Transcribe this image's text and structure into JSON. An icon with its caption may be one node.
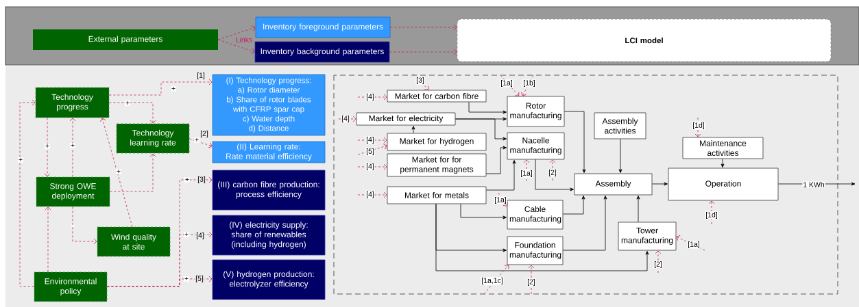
{
  "diagram": {
    "nodes": [
      {
        "text": [
          "External parameters"
        ]
      },
      {
        "text": [
          "Inventory foreground parameters"
        ]
      },
      {
        "text": [
          "Inventory background parameters"
        ]
      },
      {
        "text": [
          "LCI model"
        ]
      },
      {
        "text": [
          "Technology progress"
        ]
      },
      {
        "text": [
          "Technology learning rate"
        ]
      },
      {
        "text": [
          "Strong OWE deployment"
        ]
      },
      {
        "text": [
          "Wind quality at site"
        ]
      },
      {
        "text": [
          "Environmental policy"
        ]
      },
      {
        "text": [
          "(I) Technology progress:",
          "a) Rotor diameter",
          "b) Share of rotor blades with CFRP spar cap",
          "c) Water depth",
          "d) Distance"
        ]
      },
      {
        "text": [
          "(II) Learning rate:",
          "Rate material efficiency"
        ]
      },
      {
        "text": [
          "(III) carbon fibre production: process efficiency"
        ]
      },
      {
        "text": [
          "(IV) electricity supply: share of renewables (including hydrogen)"
        ]
      },
      {
        "text": [
          "(V) hydrogen production: electrolyzer efficiency"
        ]
      },
      {
        "text": [
          "Market for carbon fibre"
        ]
      },
      {
        "text": [
          "Market for electricity"
        ]
      },
      {
        "text": [
          "Market for hydrogen"
        ]
      },
      {
        "text": [
          "Market for for permanent magnets"
        ]
      },
      {
        "text": [
          "Market for metals"
        ]
      },
      {
        "text": [
          "Rotor manufacturing"
        ]
      },
      {
        "text": [
          "Nacelle manufacturing"
        ]
      },
      {
        "text": [
          "Assembly activities"
        ]
      },
      {
        "text": [
          "Cable manufacturing"
        ]
      },
      {
        "text": [
          "Foundation manufacturing"
        ]
      },
      {
        "text": [
          "Assembly"
        ]
      },
      {
        "text": [
          "Operation"
        ]
      },
      {
        "text": [
          "Maintenance activities"
        ]
      },
      {
        "text": [
          "Tower manufacturing"
        ]
      }
    ],
    "edges": [
      {
        "from": 0,
        "to": 1,
        "arrow": "to",
        "style": "dashed"
      },
      {
        "from": 0,
        "to": 2,
        "arrow": "to",
        "style": "dashed"
      },
      {
        "from": 1,
        "to": 3,
        "arrow": "to",
        "style": "dashed"
      },
      {
        "from": 2,
        "to": 3,
        "arrow": "to",
        "style": "dashed"
      },
      {
        "from": 4,
        "to": 9,
        "arrow": "to",
        "style": "dashed",
        "label": "+"
      },
      {
        "from": 4,
        "to": 5,
        "arrow": "to",
        "style": "dashed",
        "label": "+"
      },
      {
        "from": 4,
        "to": 6,
        "arrow": "to",
        "style": "dashed",
        "label": "+"
      },
      {
        "from": 6,
        "to": 4,
        "arrow": "to",
        "style": "dashed",
        "label": "+"
      },
      {
        "from": 7,
        "to": 4,
        "arrow": "to",
        "style": "dashed",
        "label": "+"
      },
      {
        "from": 6,
        "to": 5,
        "arrow": "to",
        "style": "dashed"
      },
      {
        "from": 6,
        "to": 7,
        "arrow": "to",
        "style": "dashed",
        "label": "-"
      },
      {
        "from": 8,
        "to": 6,
        "arrow": "to",
        "style": "dashed"
      },
      {
        "from": 8,
        "to": 4,
        "arrow": "to",
        "style": "dashed",
        "label": "+"
      },
      {
        "from": 5,
        "to": 10,
        "arrow": "to",
        "style": "dashed",
        "label": "+"
      },
      {
        "from": 8,
        "to": 11,
        "arrow": "to",
        "style": "dashed",
        "label": "+"
      },
      {
        "from": 8,
        "to": 12,
        "arrow": "to",
        "style": "dashed",
        "label": "+"
      },
      {
        "from": 8,
        "to": 13,
        "arrow": "to",
        "style": "dashed",
        "label": "+"
      },
      {
        "from": 14,
        "to": 19,
        "arrow": "to",
        "color": "#000000"
      },
      {
        "from": 15,
        "to": 19,
        "arrow": "to",
        "color": "#000000"
      },
      {
        "from": 15,
        "to": 20,
        "arrow": "to",
        "color": "#000000"
      },
      {
        "from": 16,
        "to": 15,
        "arrow": "to",
        "color": "#000000"
      },
      {
        "from": 17,
        "to": 20,
        "arrow": "to",
        "color": "#000000"
      },
      {
        "from": 18,
        "to": 20,
        "arrow": "to",
        "color": "#000000"
      },
      {
        "from": 18,
        "to": 22,
        "arrow": "to",
        "color": "#000000"
      },
      {
        "from": 18,
        "to": 23,
        "arrow": "to",
        "color": "#000000"
      },
      {
        "from": 18,
        "to": 27,
        "arrow": "to",
        "color": "#000000"
      },
      {
        "from": 19,
        "to": 24,
        "arrow": "to",
        "color": "#000000"
      },
      {
        "from": 20,
        "to": 24,
        "arrow": "to",
        "color": "#000000"
      },
      {
        "from": 21,
        "to": 24,
        "arrow": "to",
        "color": "#000000"
      },
      {
        "from": 22,
        "to": 24,
        "arrow": "to",
        "color": "#000000"
      },
      {
        "from": 23,
        "to": 24,
        "arrow": "to",
        "color": "#000000"
      },
      {
        "from": 27,
        "to": 24,
        "arrow": "to",
        "color": "#000000"
      },
      {
        "from": 24,
        "to": 25,
        "arrow": "to",
        "color": "#000000"
      },
      {
        "from": 26,
        "to": 25,
        "arrow": "to",
        "color": "#000000"
      },
      {
        "from": 25,
        "to": null,
        "arrow": "to",
        "color": "#000000",
        "label": "1 KWh"
      },
      {
        "from": null,
        "to": 14,
        "arrow": "to",
        "style": "dashed",
        "label": "[3]"
      },
      {
        "from": null,
        "to": 14,
        "arrow": "to",
        "style": "dashed",
        "label": "[4]"
      },
      {
        "from": null,
        "to": 15,
        "arrow": "to",
        "style": "dashed",
        "label": "[4]"
      },
      {
        "from": null,
        "to": 16,
        "arrow": "to",
        "style": "dashed",
        "label": "[4]"
      },
      {
        "from": null,
        "to": 16,
        "arrow": "to",
        "style": "dashed",
        "label": "[5]"
      },
      {
        "from": null,
        "to": 17,
        "arrow": "to",
        "style": "dashed",
        "label": "[4]"
      },
      {
        "from": null,
        "to": 18,
        "arrow": "to",
        "style": "dashed",
        "label": "[4]"
      },
      {
        "from": null,
        "to": 19,
        "arrow": "to",
        "style": "dashed",
        "label": "[1a]"
      },
      {
        "from": null,
        "to": 19,
        "arrow": "to",
        "style": "dashed",
        "label": "[1b]"
      },
      {
        "from": null,
        "to": 20,
        "arrow": "to",
        "style": "dashed",
        "label": "[1a]"
      },
      {
        "from": null,
        "to": 20,
        "arrow": "to",
        "style": "dashed",
        "label": "[2]"
      },
      {
        "from": null,
        "to": 22,
        "arrow": "to",
        "style": "dashed",
        "label": "[1a]"
      },
      {
        "from": null,
        "to": 23,
        "arrow": "to",
        "style": "dashed",
        "label": "[1a,1c]"
      },
      {
        "from": null,
        "to": 23,
        "arrow": "to",
        "style": "dashed",
        "label": "[2]"
      },
      {
        "from": null,
        "to": 26,
        "arrow": "to",
        "style": "dashed",
        "label": "[1d]"
      },
      {
        "from": null,
        "to": 25,
        "arrow": "to",
        "style": "dashed",
        "label": "[1d]"
      },
      {
        "from": null,
        "to": 27,
        "arrow": "to",
        "style": "dashed",
        "label": "[1a]"
      },
      {
        "from": null,
        "to": 27,
        "arrow": "to",
        "style": "dashed",
        "label": "[2]"
      }
    ],
    "labels": [
      "Links",
      "[1]",
      "[2]",
      "[3]",
      "[4]",
      "[5]"
    ]
  }
}
